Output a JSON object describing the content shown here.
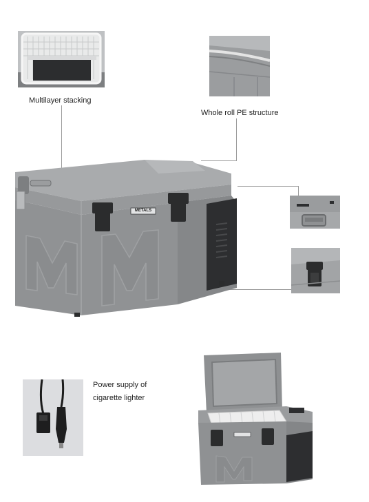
{
  "captions": {
    "multilayer": "Multilayer stacking",
    "whole_roll": "Whole roll PE structure",
    "power_line1": "Power supply of",
    "power_line2": "cigarette lighter"
  },
  "product": {
    "nameplate": "METALS"
  },
  "colors": {
    "body": "#8f9193",
    "body_light": "#a6a8aa",
    "body_dark": "#6d6f71",
    "panel": "#2d2e30",
    "latch": "#2b2c2d",
    "leader": "#9a9a9a"
  }
}
